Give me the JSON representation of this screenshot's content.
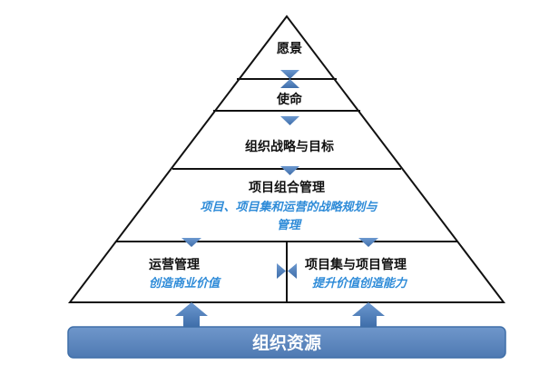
{
  "diagram": {
    "levels": {
      "vision": "愿景",
      "mission": "使命",
      "strategy": "组织战略与目标",
      "portfolio": {
        "title": "项目组合管理",
        "desc_line1": "项目、项目集和运营的战略规划与",
        "desc_line2": "管理"
      },
      "operations": {
        "title": "运营管理",
        "desc": "创造商业价值"
      },
      "program_project": {
        "title": "项目集与项目管理",
        "desc": "提升价值创造能力"
      }
    },
    "base": {
      "label": "组织资源"
    },
    "colors": {
      "arrow": "#4A7EBB",
      "base_fill": "#5A86BE",
      "base_border": "#3F6FA8",
      "outline": "#111111",
      "desc_text": "#2E8BD8"
    }
  }
}
